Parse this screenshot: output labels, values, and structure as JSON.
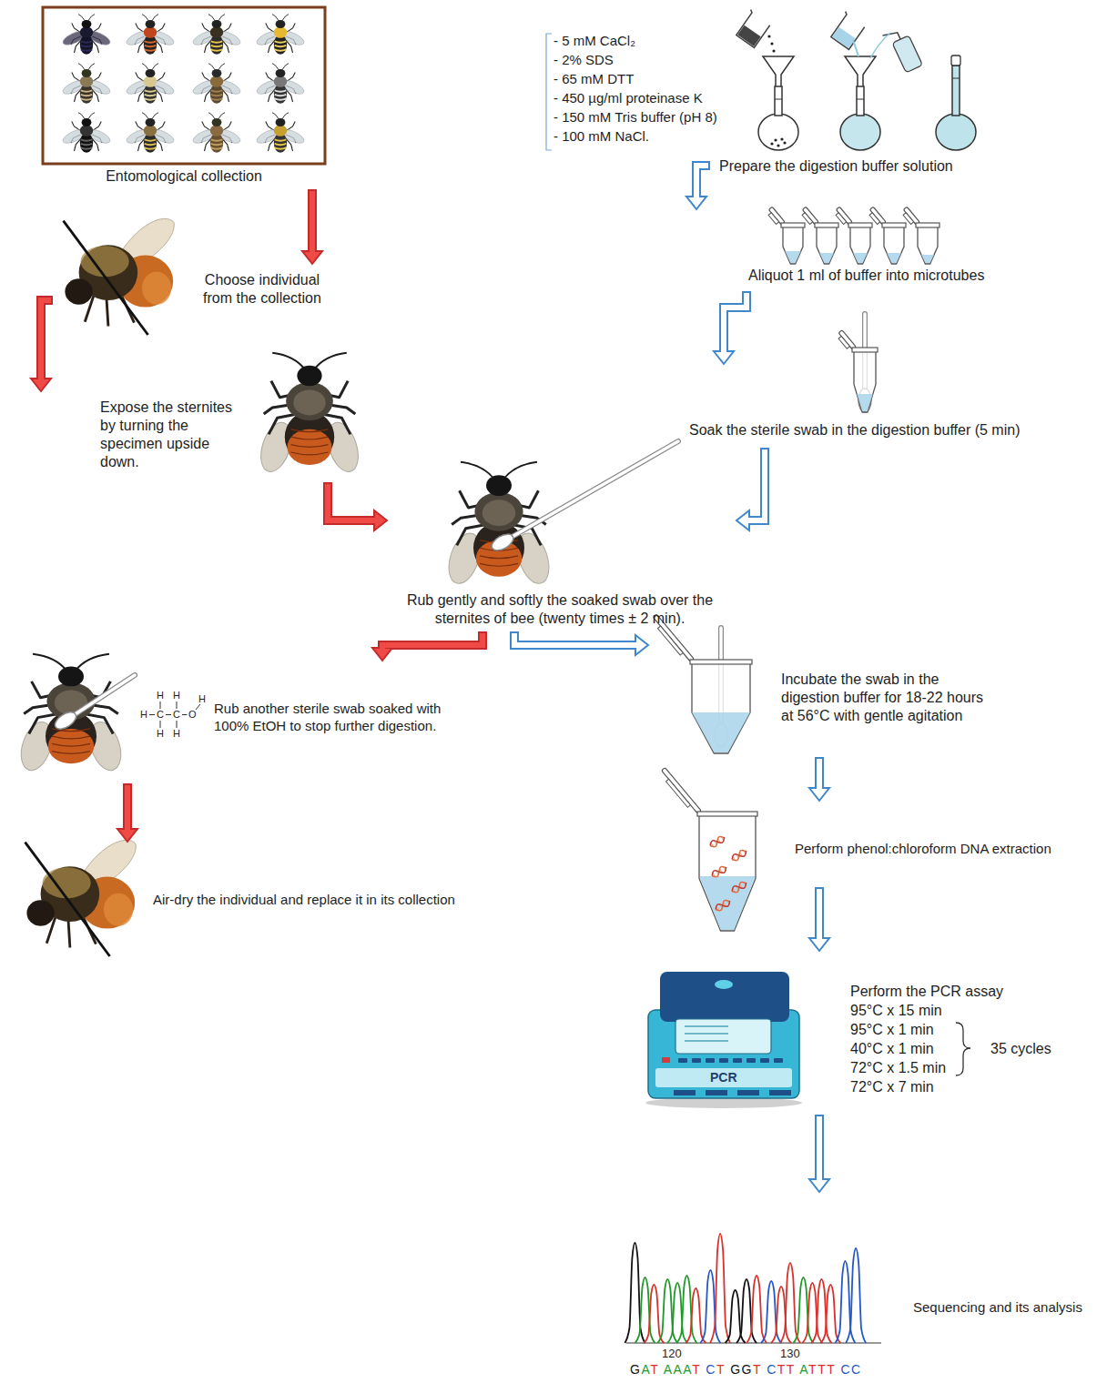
{
  "diagram": {
    "nodes": [
      {
        "text": [
          "Entomological collection"
        ]
      },
      {
        "text": [
          "Choose individual from the collection"
        ]
      },
      {
        "text": [
          "Expose the sternites by turning the specimen upside down."
        ]
      },
      {
        "text": [
          "Prepare the digestion buffer solution"
        ]
      },
      {
        "text": [
          "Aliquot 1 ml of buffer into microtubes"
        ]
      },
      {
        "text": [
          "Soak the sterile swab in the digestion buffer (5 min)"
        ]
      },
      {
        "text": [
          "Rub gently and softly the soaked swab over the sternites of bee (twenty times ± 2 min)."
        ]
      },
      {
        "text": [
          "Rub another sterile swab soaked with 100% EtOH to stop further digestion."
        ]
      },
      {
        "text": [
          "Air-dry the individual and replace it in its collection"
        ]
      },
      {
        "text": [
          "Incubate the swab in the digestion buffer for 18-22 hours at 56°C with gentle agitation"
        ]
      },
      {
        "text": [
          "Perform phenol:chloroform DNA extraction"
        ]
      },
      {
        "text": [
          "Perform the PCR assay"
        ]
      },
      {
        "text": [
          "Sequencing and its analysis"
        ]
      }
    ],
    "edges": [
      {
        "from": 0,
        "to": 1,
        "arrow": "to"
      },
      {
        "from": 1,
        "to": 2,
        "arrow": "to"
      },
      {
        "from": 2,
        "to": 6,
        "arrow": "to"
      },
      {
        "from": 3,
        "to": 4,
        "arrow": "to"
      },
      {
        "from": 4,
        "to": 5,
        "arrow": "to"
      },
      {
        "from": 5,
        "to": 6,
        "arrow": "to"
      },
      {
        "from": 6,
        "to": 7,
        "arrow": "to"
      },
      {
        "from": 7,
        "to": 8,
        "arrow": "to"
      },
      {
        "from": 6,
        "to": 9,
        "arrow": "to"
      },
      {
        "from": 9,
        "to": 10,
        "arrow": "to"
      },
      {
        "from": 10,
        "to": 11,
        "arrow": "to"
      },
      {
        "from": 11,
        "to": 12,
        "arrow": "to"
      }
    ],
    "labels": [
      "- 5 mM CaCl₂",
      "- 2% SDS",
      "- 65 mM DTT",
      "- 450 µg/ml proteinase K",
      "- 150 mM Tris buffer (pH 8)",
      "- 100 mM NaCl.",
      "H",
      "H",
      "H",
      "H",
      "C",
      "C",
      "O",
      "H",
      "H",
      "95°C x 15 min",
      "95°C x 1 min",
      "40°C x 1 min",
      "72°C x 1.5 min",
      "72°C x 7 min",
      "35 cycles",
      "PCR",
      "120",
      "130",
      "GAT AAAT CT GGT CTT ATTT CC"
    ]
  }
}
